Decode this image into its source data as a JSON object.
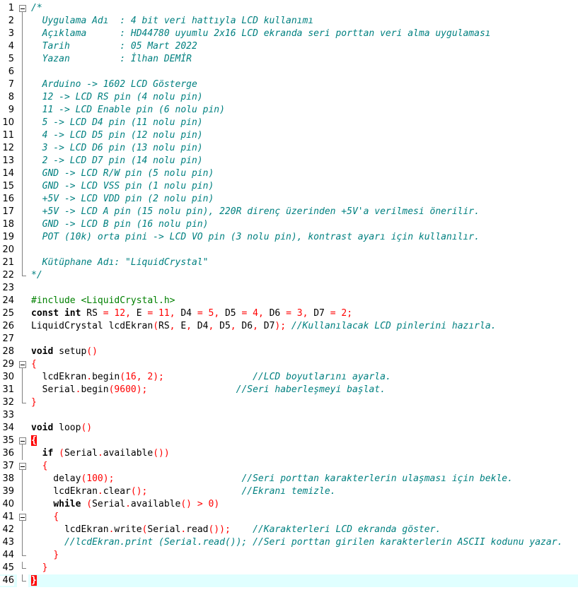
{
  "editor": {
    "current_line": 46,
    "lines": [
      {
        "n": "1",
        "fold": "start",
        "tokens": [
          [
            "cm",
            "/*"
          ]
        ]
      },
      {
        "n": "2",
        "fold": "line",
        "tokens": [
          [
            "cm",
            "  Uygulama Adı  : 4 bit veri hattıyla LCD kullanımı"
          ]
        ]
      },
      {
        "n": "3",
        "fold": "line",
        "tokens": [
          [
            "cm",
            "  Açıklama      : HD44780 uyumlu 2x16 LCD ekranda seri porttan veri alma uygulaması"
          ]
        ]
      },
      {
        "n": "4",
        "fold": "line",
        "tokens": [
          [
            "cm",
            "  Tarih         : 05 Mart 2022"
          ]
        ]
      },
      {
        "n": "5",
        "fold": "line",
        "tokens": [
          [
            "cm",
            "  Yazan         : İlhan DEMİR"
          ]
        ]
      },
      {
        "n": "6",
        "fold": "line",
        "tokens": [
          [
            "cm",
            ""
          ]
        ]
      },
      {
        "n": "7",
        "fold": "line",
        "tokens": [
          [
            "cm",
            "  Arduino -> 1602 LCD Gösterge"
          ]
        ]
      },
      {
        "n": "8",
        "fold": "line",
        "tokens": [
          [
            "cm",
            "  12 -> LCD RS pin (4 nolu pin)"
          ]
        ]
      },
      {
        "n": "9",
        "fold": "line",
        "tokens": [
          [
            "cm",
            "  11 -> LCD Enable pin (6 nolu pin)"
          ]
        ]
      },
      {
        "n": "10",
        "fold": "line",
        "tokens": [
          [
            "cm",
            "  5 -> LCD D4 pin (11 nolu pin)"
          ]
        ]
      },
      {
        "n": "11",
        "fold": "line",
        "tokens": [
          [
            "cm",
            "  4 -> LCD D5 pin (12 nolu pin)"
          ]
        ]
      },
      {
        "n": "12",
        "fold": "line",
        "tokens": [
          [
            "cm",
            "  3 -> LCD D6 pin (13 nolu pin)"
          ]
        ]
      },
      {
        "n": "13",
        "fold": "line",
        "tokens": [
          [
            "cm",
            "  2 -> LCD D7 pin (14 nolu pin)"
          ]
        ]
      },
      {
        "n": "14",
        "fold": "line",
        "tokens": [
          [
            "cm",
            "  GND -> LCD R/W pin (5 nolu pin)"
          ]
        ]
      },
      {
        "n": "15",
        "fold": "line",
        "tokens": [
          [
            "cm",
            "  GND -> LCD VSS pin (1 nolu pin)"
          ]
        ]
      },
      {
        "n": "16",
        "fold": "line",
        "tokens": [
          [
            "cm",
            "  +5V -> LCD VDD pin (2 nolu pin)"
          ]
        ]
      },
      {
        "n": "17",
        "fold": "line",
        "tokens": [
          [
            "cm",
            "  +5V -> LCD A pin (15 nolu pin), 220R direnç üzerinden +5V'a verilmesi önerilir."
          ]
        ]
      },
      {
        "n": "18",
        "fold": "line",
        "tokens": [
          [
            "cm",
            "  GND -> LCD B pin (16 nolu pin)"
          ]
        ]
      },
      {
        "n": "19",
        "fold": "line",
        "tokens": [
          [
            "cm",
            "  POT (10k) orta pini -> LCD VO pin (3 nolu pin), kontrast ayarı için kullanılır."
          ]
        ]
      },
      {
        "n": "20",
        "fold": "line",
        "tokens": [
          [
            "cm",
            ""
          ]
        ]
      },
      {
        "n": "21",
        "fold": "line",
        "tokens": [
          [
            "cm",
            "  Kütüphane Adı: \"LiquidCrystal\""
          ]
        ]
      },
      {
        "n": "22",
        "fold": "end",
        "tokens": [
          [
            "cm",
            "*/"
          ]
        ]
      },
      {
        "n": "23",
        "fold": "",
        "tokens": []
      },
      {
        "n": "24",
        "fold": "",
        "tokens": [
          [
            "pp",
            "#include <LiquidCrystal.h>"
          ]
        ]
      },
      {
        "n": "25",
        "fold": "",
        "tokens": [
          [
            "kw",
            "const"
          ],
          [
            "tx",
            " "
          ],
          [
            "kw",
            "int"
          ],
          [
            "tx",
            " RS "
          ],
          [
            "op",
            "="
          ],
          [
            "tx",
            " "
          ],
          [
            "nm",
            "12"
          ],
          [
            "op",
            ","
          ],
          [
            "tx",
            " E "
          ],
          [
            "op",
            "="
          ],
          [
            "tx",
            " "
          ],
          [
            "nm",
            "11"
          ],
          [
            "op",
            ","
          ],
          [
            "tx",
            " D4 "
          ],
          [
            "op",
            "="
          ],
          [
            "tx",
            " "
          ],
          [
            "nm",
            "5"
          ],
          [
            "op",
            ","
          ],
          [
            "tx",
            " D5 "
          ],
          [
            "op",
            "="
          ],
          [
            "tx",
            " "
          ],
          [
            "nm",
            "4"
          ],
          [
            "op",
            ","
          ],
          [
            "tx",
            " D6 "
          ],
          [
            "op",
            "="
          ],
          [
            "tx",
            " "
          ],
          [
            "nm",
            "3"
          ],
          [
            "op",
            ","
          ],
          [
            "tx",
            " D7 "
          ],
          [
            "op",
            "="
          ],
          [
            "tx",
            " "
          ],
          [
            "nm",
            "2"
          ],
          [
            "op",
            ";"
          ]
        ]
      },
      {
        "n": "26",
        "fold": "",
        "tokens": [
          [
            "tx",
            "LiquidCrystal lcdEkran"
          ],
          [
            "op",
            "("
          ],
          [
            "tx",
            "RS"
          ],
          [
            "op",
            ","
          ],
          [
            "tx",
            " E"
          ],
          [
            "op",
            ","
          ],
          [
            "tx",
            " D4"
          ],
          [
            "op",
            ","
          ],
          [
            "tx",
            " D5"
          ],
          [
            "op",
            ","
          ],
          [
            "tx",
            " D6"
          ],
          [
            "op",
            ","
          ],
          [
            "tx",
            " D7"
          ],
          [
            "op",
            ");"
          ],
          [
            "tx",
            " "
          ],
          [
            "cm",
            "//Kullanılacak LCD pinlerini hazırla."
          ]
        ]
      },
      {
        "n": "27",
        "fold": "",
        "tokens": []
      },
      {
        "n": "28",
        "fold": "",
        "tokens": [
          [
            "kw",
            "void"
          ],
          [
            "tx",
            " setup"
          ],
          [
            "op",
            "()"
          ]
        ]
      },
      {
        "n": "29",
        "fold": "start",
        "tokens": [
          [
            "op",
            "{"
          ]
        ]
      },
      {
        "n": "30",
        "fold": "line",
        "tokens": [
          [
            "tx",
            "  lcdEkran"
          ],
          [
            "op",
            "."
          ],
          [
            "tx",
            "begin"
          ],
          [
            "op",
            "("
          ],
          [
            "nm",
            "16"
          ],
          [
            "op",
            ","
          ],
          [
            "tx",
            " "
          ],
          [
            "nm",
            "2"
          ],
          [
            "op",
            ");"
          ],
          [
            "tx",
            "                "
          ],
          [
            "cm",
            "//LCD boyutlarını ayarla."
          ]
        ]
      },
      {
        "n": "31",
        "fold": "line",
        "tokens": [
          [
            "tx",
            "  Serial"
          ],
          [
            "op",
            "."
          ],
          [
            "tx",
            "begin"
          ],
          [
            "op",
            "("
          ],
          [
            "nm",
            "9600"
          ],
          [
            "op",
            ");"
          ],
          [
            "tx",
            "                "
          ],
          [
            "cm",
            "//Seri haberleşmeyi başlat."
          ]
        ]
      },
      {
        "n": "32",
        "fold": "end",
        "tokens": [
          [
            "op",
            "}"
          ]
        ]
      },
      {
        "n": "33",
        "fold": "",
        "tokens": []
      },
      {
        "n": "34",
        "fold": "",
        "tokens": [
          [
            "kw",
            "void"
          ],
          [
            "tx",
            " loop"
          ],
          [
            "op",
            "()"
          ]
        ]
      },
      {
        "n": "35",
        "fold": "start",
        "tokens": [
          [
            "brm",
            "{"
          ]
        ]
      },
      {
        "n": "36",
        "fold": "line",
        "tokens": [
          [
            "tx",
            "  "
          ],
          [
            "kw",
            "if"
          ],
          [
            "tx",
            " "
          ],
          [
            "op",
            "("
          ],
          [
            "tx",
            "Serial"
          ],
          [
            "op",
            "."
          ],
          [
            "tx",
            "available"
          ],
          [
            "op",
            "())"
          ]
        ]
      },
      {
        "n": "37",
        "fold": "start",
        "tokens": [
          [
            "tx",
            "  "
          ],
          [
            "op",
            "{"
          ]
        ]
      },
      {
        "n": "38",
        "fold": "line",
        "tokens": [
          [
            "tx",
            "    delay"
          ],
          [
            "op",
            "("
          ],
          [
            "nm",
            "100"
          ],
          [
            "op",
            ");"
          ],
          [
            "tx",
            "                       "
          ],
          [
            "cm",
            "//Seri porttan karakterlerin ulaşması için bekle."
          ]
        ]
      },
      {
        "n": "39",
        "fold": "line",
        "tokens": [
          [
            "tx",
            "    lcdEkran"
          ],
          [
            "op",
            "."
          ],
          [
            "tx",
            "clear"
          ],
          [
            "op",
            "();"
          ],
          [
            "tx",
            "                 "
          ],
          [
            "cm",
            "//Ekranı temizle."
          ]
        ]
      },
      {
        "n": "40",
        "fold": "line",
        "tokens": [
          [
            "tx",
            "    "
          ],
          [
            "kw",
            "while"
          ],
          [
            "tx",
            " "
          ],
          [
            "op",
            "("
          ],
          [
            "tx",
            "Serial"
          ],
          [
            "op",
            "."
          ],
          [
            "tx",
            "available"
          ],
          [
            "op",
            "()"
          ],
          [
            "tx",
            " "
          ],
          [
            "op",
            ">"
          ],
          [
            "tx",
            " "
          ],
          [
            "nm",
            "0"
          ],
          [
            "op",
            ")"
          ]
        ]
      },
      {
        "n": "41",
        "fold": "start",
        "tokens": [
          [
            "tx",
            "    "
          ],
          [
            "op",
            "{"
          ]
        ]
      },
      {
        "n": "42",
        "fold": "line",
        "tokens": [
          [
            "tx",
            "      lcdEkran"
          ],
          [
            "op",
            "."
          ],
          [
            "tx",
            "write"
          ],
          [
            "op",
            "("
          ],
          [
            "tx",
            "Serial"
          ],
          [
            "op",
            "."
          ],
          [
            "tx",
            "read"
          ],
          [
            "op",
            "());"
          ],
          [
            "tx",
            "    "
          ],
          [
            "cm",
            "//Karakterleri LCD ekranda göster."
          ]
        ]
      },
      {
        "n": "43",
        "fold": "line",
        "tokens": [
          [
            "tx",
            "      "
          ],
          [
            "cm",
            "//lcdEkran.print (Serial.read()); //Seri porttan girilen karakterlerin ASCII kodunu yazar."
          ]
        ]
      },
      {
        "n": "44",
        "fold": "end",
        "tokens": [
          [
            "tx",
            "    "
          ],
          [
            "op",
            "}"
          ]
        ]
      },
      {
        "n": "45",
        "fold": "end",
        "tokens": [
          [
            "tx",
            "  "
          ],
          [
            "op",
            "}"
          ]
        ]
      },
      {
        "n": "46",
        "fold": "end",
        "tokens": [
          [
            "brm",
            "}"
          ]
        ]
      }
    ]
  },
  "colors": {
    "comment": "#008080",
    "preprocessor": "#008000",
    "number_operator": "#ff0000",
    "current_line": "#e0ffff",
    "brace_match": "#ff0000"
  },
  "icons": {
    "fold_open": "fold-minus-box-icon",
    "fold_line": "fold-vertical-line",
    "fold_end": "fold-end-corner"
  }
}
